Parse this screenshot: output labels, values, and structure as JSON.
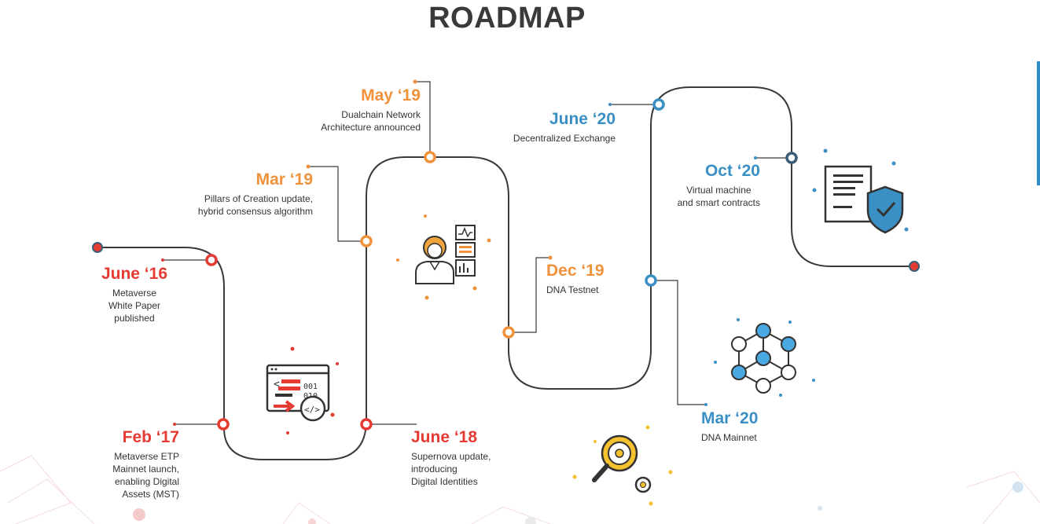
{
  "page": {
    "title": "ROADMAP"
  },
  "colors": {
    "red": "#e53b33",
    "orange": "#f0923b",
    "blue": "#3a8fc4",
    "path": "#3a3a3a"
  },
  "milestones": [
    {
      "date": "June ‘16",
      "desc": [
        "Metaverse",
        "White Paper",
        "published"
      ],
      "color": "red"
    },
    {
      "date": "Feb ‘17",
      "desc": [
        "Metaverse ETP",
        "Mainnet launch,",
        "enabling Digital",
        "Assets (MST)"
      ],
      "color": "red"
    },
    {
      "date": "June ‘18",
      "desc": [
        "Supernova update,",
        "introducing",
        "Digital Identities"
      ],
      "color": "red"
    },
    {
      "date": "Mar ‘19",
      "desc": [
        "Pillars of Creation update,",
        "hybrid consensus algorithm"
      ],
      "color": "orange"
    },
    {
      "date": "May ‘19",
      "desc": [
        "Dualchain Network",
        "Architecture announced"
      ],
      "color": "orange"
    },
    {
      "date": "Dec ‘19",
      "desc": [
        "DNA Testnet"
      ],
      "color": "orange"
    },
    {
      "date": "Mar ‘20",
      "desc": [
        "DNA Mainnet"
      ],
      "color": "blue"
    },
    {
      "date": "June ‘20",
      "desc": [
        "Decentralized Exchange"
      ],
      "color": "blue"
    },
    {
      "date": "Oct ‘20",
      "desc": [
        "Virtual machine",
        "and smart contracts"
      ],
      "color": "blue"
    }
  ],
  "icons": [
    "code-window-icon",
    "analyst-person-icon",
    "network-nodes-icon",
    "settings-magnifier-icon",
    "secure-document-icon"
  ]
}
